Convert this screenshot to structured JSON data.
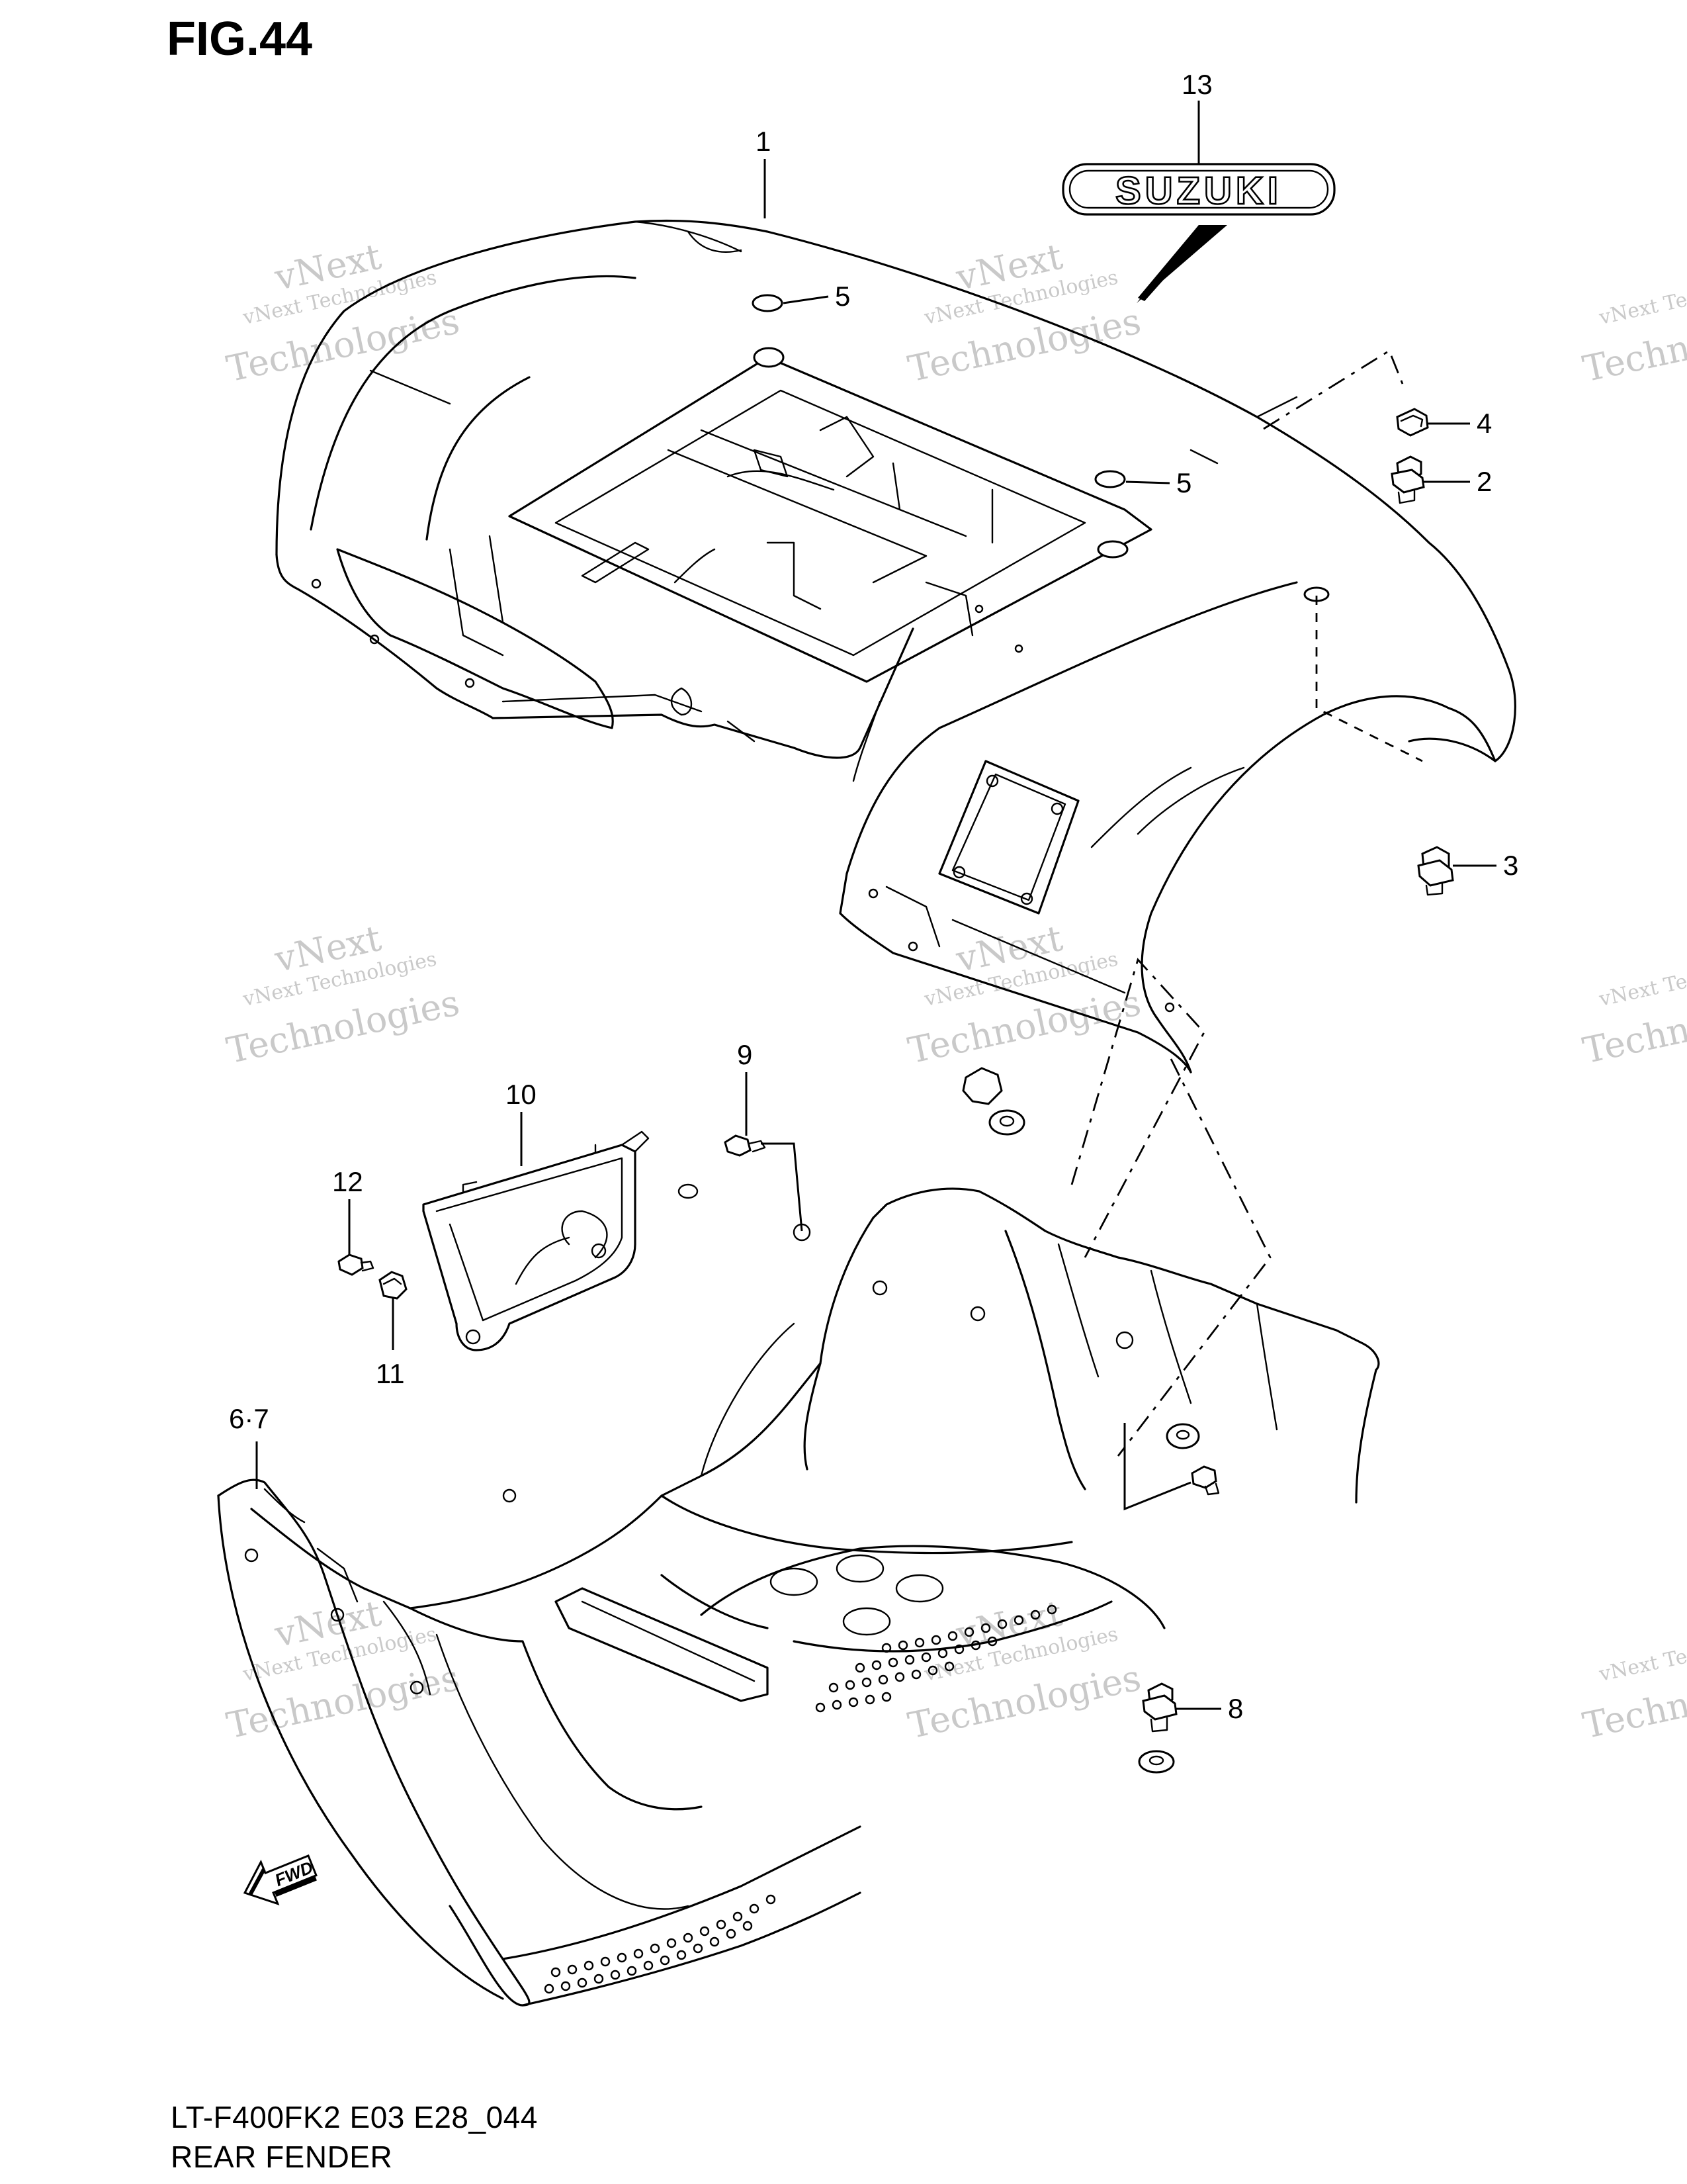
{
  "figure": {
    "title": "FIG.44",
    "model_code": "LT-F400FK2 E03 E28_044",
    "name": "REAR FENDER"
  },
  "watermark": {
    "line1": "vNext Technologies",
    "line2": "vNext",
    "line3": "Technologies"
  },
  "logo_text": "SUZUKI",
  "fwd_arrow_text": "FWD",
  "callouts": {
    "c1": "1",
    "c2": "2",
    "c3": "3",
    "c4": "4",
    "c5a": "5",
    "c5b": "5",
    "c6_7": "6·7",
    "c8": "8",
    "c9": "9",
    "c10": "10",
    "c11": "11",
    "c12": "12",
    "c13": "13"
  }
}
